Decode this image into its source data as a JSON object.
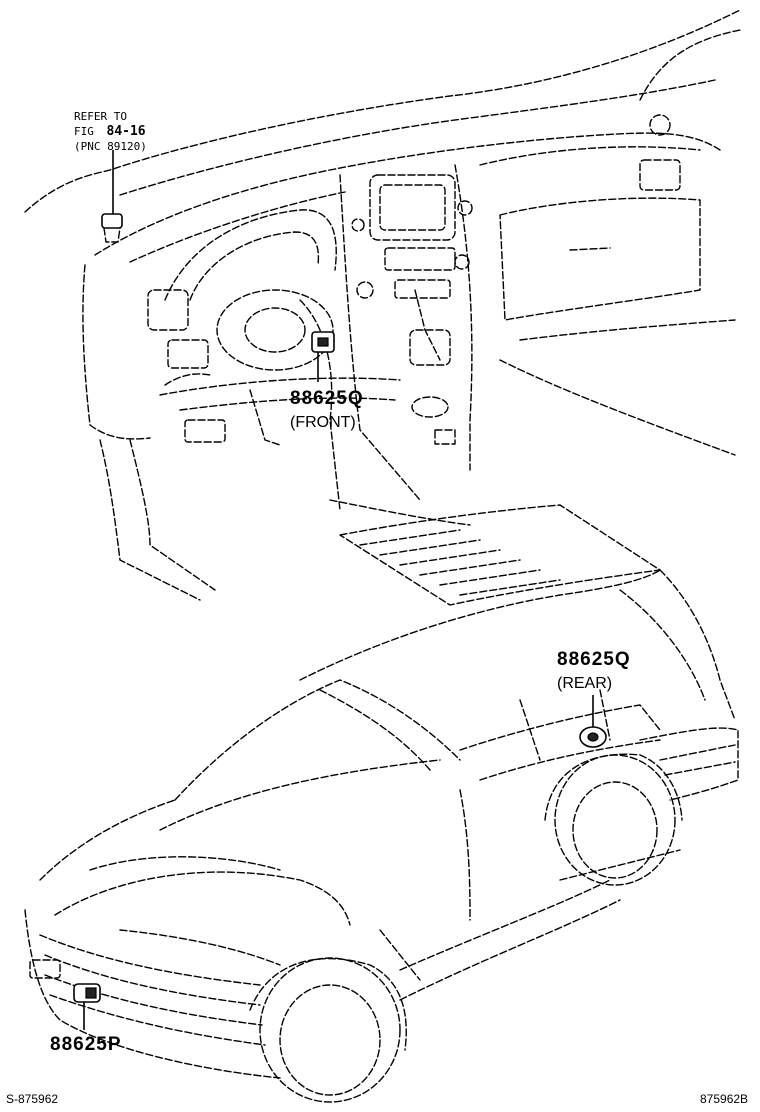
{
  "reference_note": {
    "line1": "REFER TO",
    "line2_prefix": "FIG",
    "line2_fig": "84-16",
    "line3": "(PNC 89120)"
  },
  "parts": [
    {
      "id": "front",
      "number": "88625Q",
      "position_label": "(FRONT)"
    },
    {
      "id": "rear",
      "number": "88625Q",
      "position_label": "REAR)"
    },
    {
      "id": "p",
      "number": "88625P"
    }
  ],
  "footer": {
    "left_code": "S-875962",
    "right_code": "875962B"
  }
}
